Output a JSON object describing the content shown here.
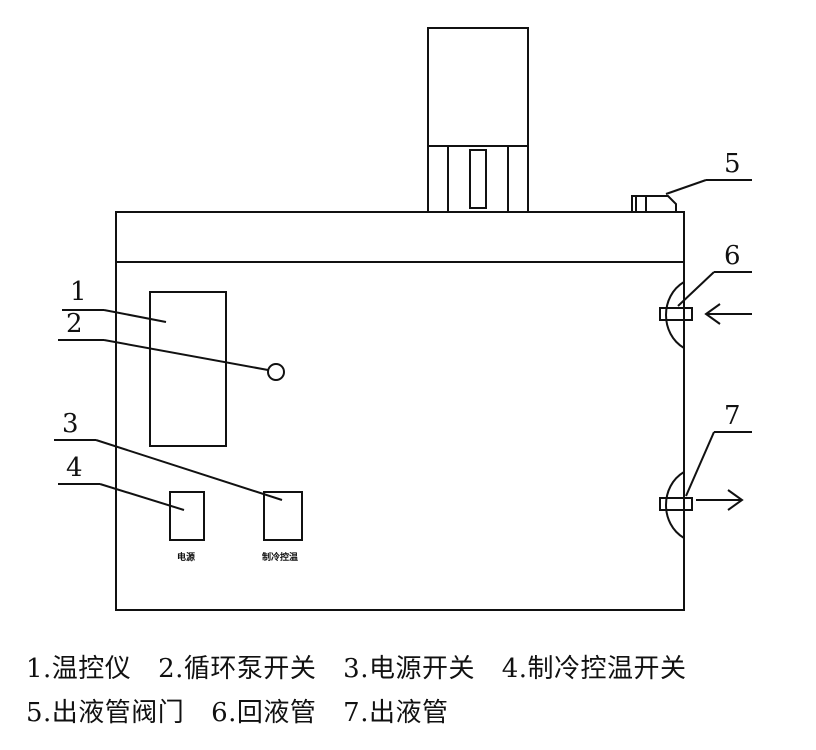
{
  "callouts": [
    "1",
    "2",
    "3",
    "4",
    "5",
    "6",
    "7"
  ],
  "switch_labels": {
    "power": "电源",
    "cooling": "制冷控温"
  },
  "legend": {
    "line1": [
      "1.温控仪",
      "2.循环泵开关",
      "3.电源开关",
      "4.制冷控温开关"
    ],
    "line2": [
      "5.出液管阀门",
      "6.回液管",
      "7.出液管"
    ]
  }
}
